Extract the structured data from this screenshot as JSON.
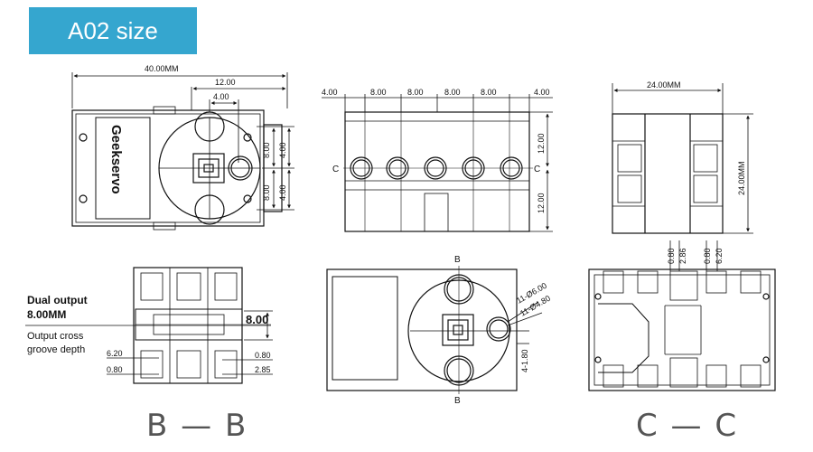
{
  "banner": {
    "title": "A02 size"
  },
  "views": {
    "top": {
      "brand": "Geekservo",
      "dims": [
        "40.00MM",
        "12.00",
        "4.00",
        "8.00",
        "4.00",
        "8.00",
        "4.00"
      ]
    },
    "front": {
      "dims_top": [
        "4.00",
        "8.00",
        "8.00",
        "8.00",
        "8.00",
        "4.00"
      ],
      "dims_right": [
        "12.00",
        "12.00"
      ],
      "section_mark_left": "C",
      "section_mark_right": "C"
    },
    "side": {
      "dims": [
        "24.00MM",
        "24.00MM"
      ]
    },
    "bb": {
      "annotation_title_1": "Dual output",
      "annotation_title_2": "8.00MM",
      "annotation_sub_1": "Output cross",
      "annotation_sub_2": "groove depth",
      "dims": [
        "8.00",
        "6.20",
        "0.80",
        "0.80",
        "2.85"
      ],
      "section_label": "B — B"
    },
    "bottom": {
      "mark_top": "B",
      "mark_bottom": "B",
      "dims": [
        "11-Ø6.00",
        "11-Ø4.80",
        "4-1.80"
      ]
    },
    "cc": {
      "dims": [
        "0.80",
        "2.86",
        "0.80",
        "6.20"
      ],
      "section_label": "C — C"
    }
  }
}
